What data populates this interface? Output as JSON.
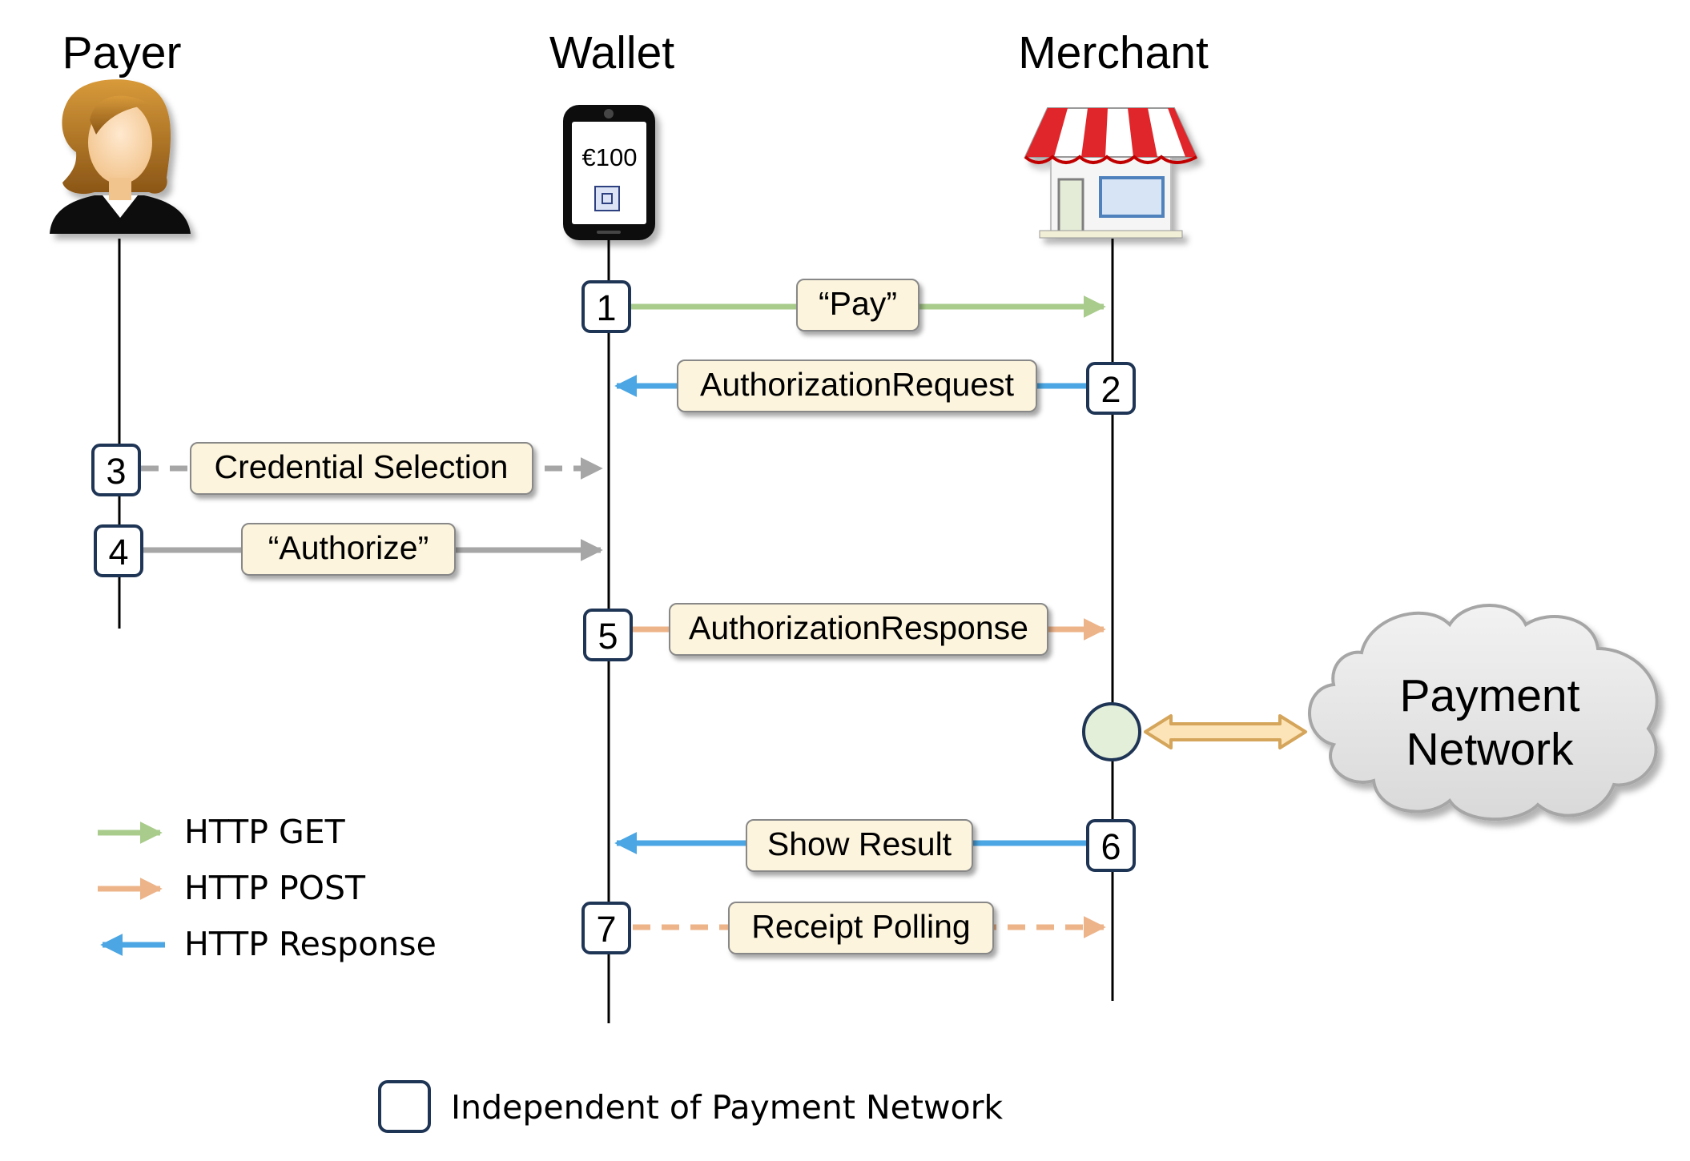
{
  "actors": {
    "payer": "Payer",
    "wallet": "Wallet",
    "merchant": "Merchant"
  },
  "wallet_screen": {
    "amount": "€100"
  },
  "messages": [
    {
      "step": "1",
      "label": "“Pay”",
      "type": "HTTP GET"
    },
    {
      "step": "2",
      "label": "AuthorizationRequest",
      "type": "HTTP Response"
    },
    {
      "step": "3",
      "label": "Credential Selection",
      "type": "local"
    },
    {
      "step": "4",
      "label": "“Authorize”",
      "type": "local"
    },
    {
      "step": "5",
      "label": "AuthorizationResponse",
      "type": "HTTP POST"
    },
    {
      "step": "6",
      "label": "Show Result",
      "type": "HTTP Response"
    },
    {
      "step": "7",
      "label": "Receipt Polling",
      "type": "HTTP POST"
    }
  ],
  "payment_network": {
    "line1": "Payment",
    "line2": "Network"
  },
  "legend": {
    "get": "HTTP GET",
    "post": "HTTP POST",
    "response": "HTTP Response",
    "independent": "Independent of Payment Network"
  },
  "colors": {
    "get": "#a9cc8c",
    "post": "#edb48a",
    "response": "#4ba6e3",
    "local": "#a6a6a6",
    "label_fill": "#fcf4dc",
    "step_border": "#1f3555"
  }
}
